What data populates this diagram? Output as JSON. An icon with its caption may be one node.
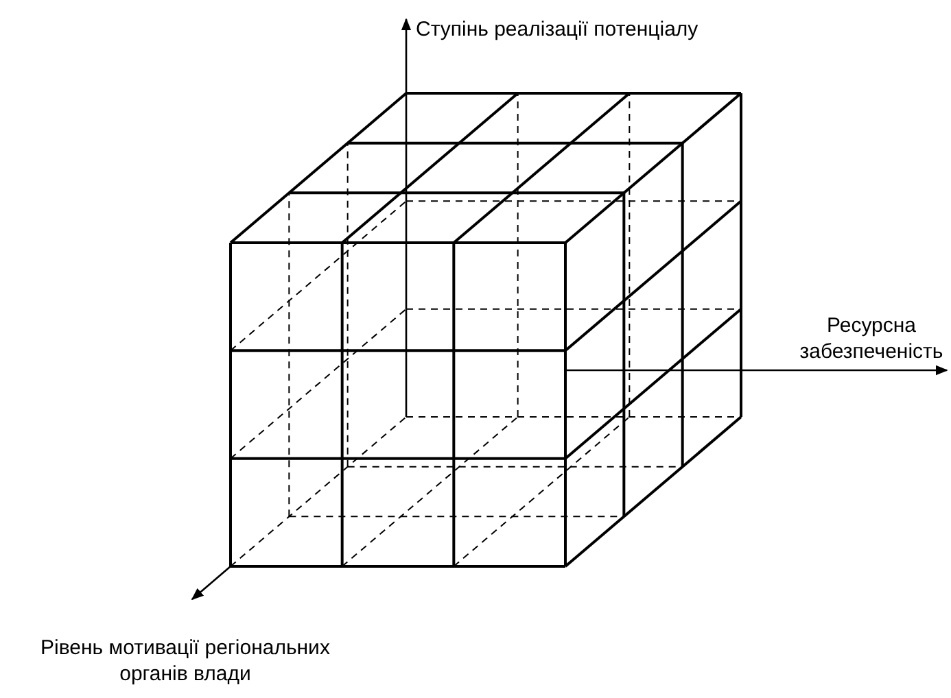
{
  "diagram": {
    "labels": [
      "Ступінь реалізації потенціалу",
      "Ресурсна забезпеченість",
      "Рівень мотивації регіональних органів влади"
    ]
  }
}
